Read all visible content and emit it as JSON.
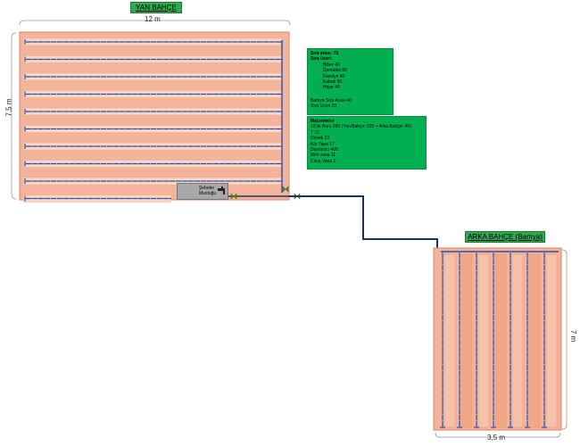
{
  "yan_bahce": {
    "title": "YAN BAHÇE",
    "width_label": "12 m",
    "height_label": "7,5 m",
    "rows": 10
  },
  "arka_bahce": {
    "title": "ARKA BAHÇE (Bamya)",
    "width_label": "3,5 m",
    "height_label": "7 m",
    "rows": 7
  },
  "meter": {
    "line1": "Şebeke",
    "line2": "Mustuğu"
  },
  "info_box_1": {
    "heading1": "Sıra arası: 75",
    "heading2": "Sıra üzeri:",
    "items": [
      "Biber 40",
      "Domates 50",
      "Fasulye 40",
      "Kabak 50",
      "Hıyar 40"
    ],
    "footer1": "Bamya Sıra Arası 40",
    "footer2": "Sıra Üzeri 20"
  },
  "info_box_2": {
    "heading": "Malzemeler",
    "items": [
      "16'lık Boru 290 (Yan Bahçe: 220 + Arka Bahçe: 40)",
      "T 15",
      "Dirsek 23",
      "Kör Tapa 17",
      "Damlatıcı 400",
      "Mini vana 11",
      "Çıkış Vana 1"
    ]
  },
  "colors": {
    "bed": "#f4b49b",
    "bed_border": "#d9866b",
    "pipe": "#2a4fa8",
    "main_pipe": "#1a3360",
    "label_bg": "#2fa84f",
    "note_bg": "#00b050"
  }
}
